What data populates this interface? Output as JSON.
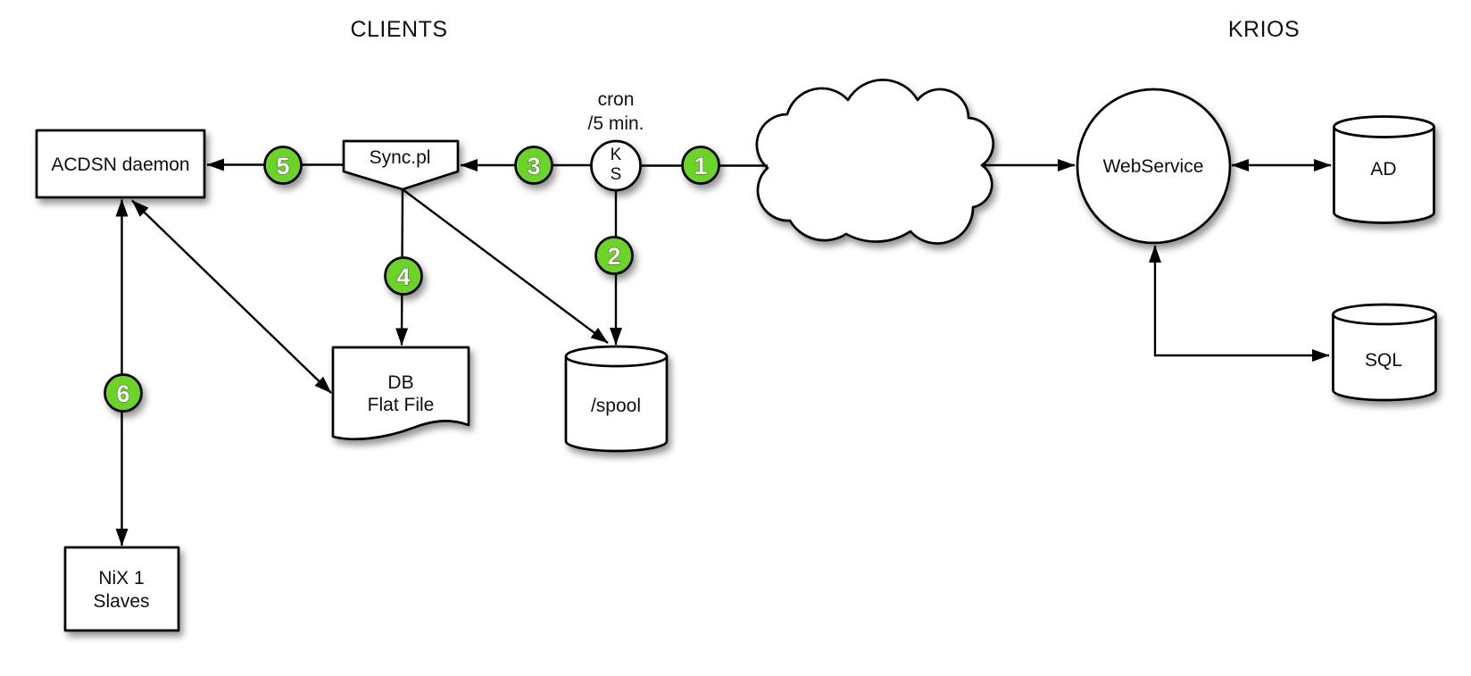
{
  "diagram": {
    "region_labels": {
      "clients": "CLIENTS",
      "krios": "KRIOS"
    },
    "nodes": {
      "acdsn_daemon": {
        "label": "ACDSN daemon"
      },
      "sync_pl": {
        "label": "Sync.pl"
      },
      "ks": {
        "line1": "K",
        "line2": "S"
      },
      "cron_note": {
        "line1": "cron",
        "line2": "/5 min."
      },
      "webservice": {
        "label": "WebService"
      },
      "ad": {
        "label": "AD"
      },
      "sql": {
        "label": "SQL"
      },
      "spool": {
        "label": "/spool"
      },
      "db_flat_file": {
        "line1": "DB",
        "line2": "Flat File"
      },
      "nix_slaves": {
        "line1": "NiX 1",
        "line2": "Slaves"
      }
    },
    "step_badges": [
      {
        "label": "1"
      },
      {
        "label": "2"
      },
      {
        "label": "3"
      },
      {
        "label": "4"
      },
      {
        "label": "5"
      },
      {
        "label": "6"
      }
    ],
    "colors": {
      "badge_fill": "#6CD426",
      "shape_fill": "#FFFFFF",
      "line_stroke": "#000000",
      "text": "#111111",
      "background": "#FFFFFF"
    }
  }
}
